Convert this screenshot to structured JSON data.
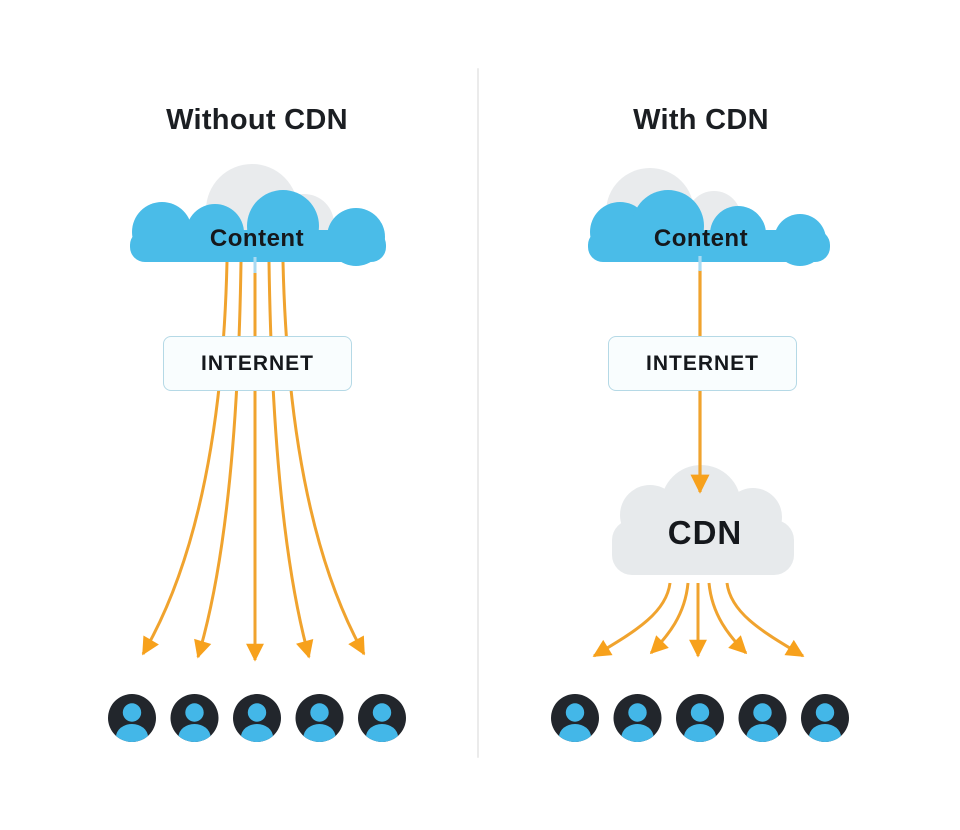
{
  "left_panel": {
    "title": "Without CDN",
    "cloud_label": "Content",
    "internet_label": "INTERNET",
    "arrow_count": 5,
    "user_count": 5
  },
  "right_panel": {
    "title": "With CDN",
    "cloud_label": "Content",
    "internet_label": "INTERNET",
    "cdn_label": "CDN",
    "fanout_arrow_count": 5,
    "user_count": 5
  },
  "colors": {
    "cloud_blue": "#4abce8",
    "cloud_gray": "#e9ebed",
    "cdn_cloud_gray": "#e7eaec",
    "arrow_orange": "#f0a32e",
    "arrowhead_orange": "#f7a11c",
    "connector_blue": "#a8daf2",
    "avatar_dark": "#22262c",
    "avatar_blue": "#43b7e8",
    "internet_box_border": "#b5d9e6",
    "internet_box_bg": "#f9fdfe",
    "text_dark": "#1b1e22",
    "divider_gray": "#ebebeb"
  }
}
